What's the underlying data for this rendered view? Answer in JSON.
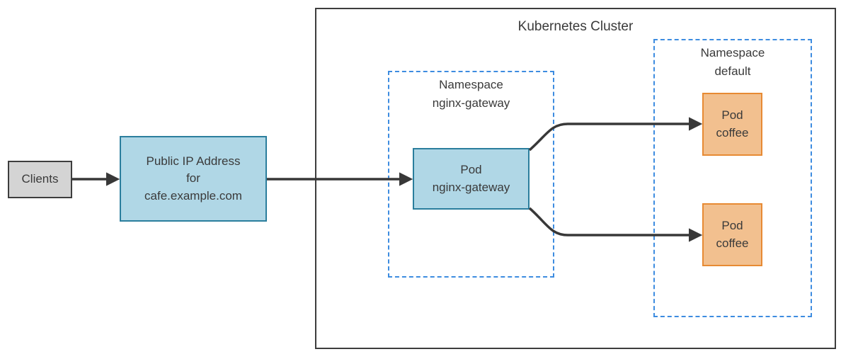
{
  "diagram": {
    "clients": {
      "label": "Clients"
    },
    "public_ip": {
      "label": "Public IP Address\nfor\ncafe.example.com"
    },
    "cluster": {
      "title": "Kubernetes Cluster"
    },
    "namespace_gateway": {
      "title": "Namespace\nnginx-gateway"
    },
    "pod_gateway": {
      "label": "Pod\nnginx-gateway"
    },
    "namespace_default": {
      "title": "Namespace\ndefault"
    },
    "pod_coffee_1": {
      "label": "Pod\ncoffee"
    },
    "pod_coffee_2": {
      "label": "Pod\ncoffee"
    },
    "colors": {
      "blue_fill": "#b0d7e6",
      "blue_stroke": "#2b7e9d",
      "orange_fill": "#f2c08f",
      "orange_stroke": "#e78a33",
      "gray_fill": "#d4d4d4",
      "border_dark": "#3d3d3d",
      "dashed_blue": "#3d8ce0",
      "arrow": "#383838",
      "text": "#3a3a3a"
    }
  }
}
